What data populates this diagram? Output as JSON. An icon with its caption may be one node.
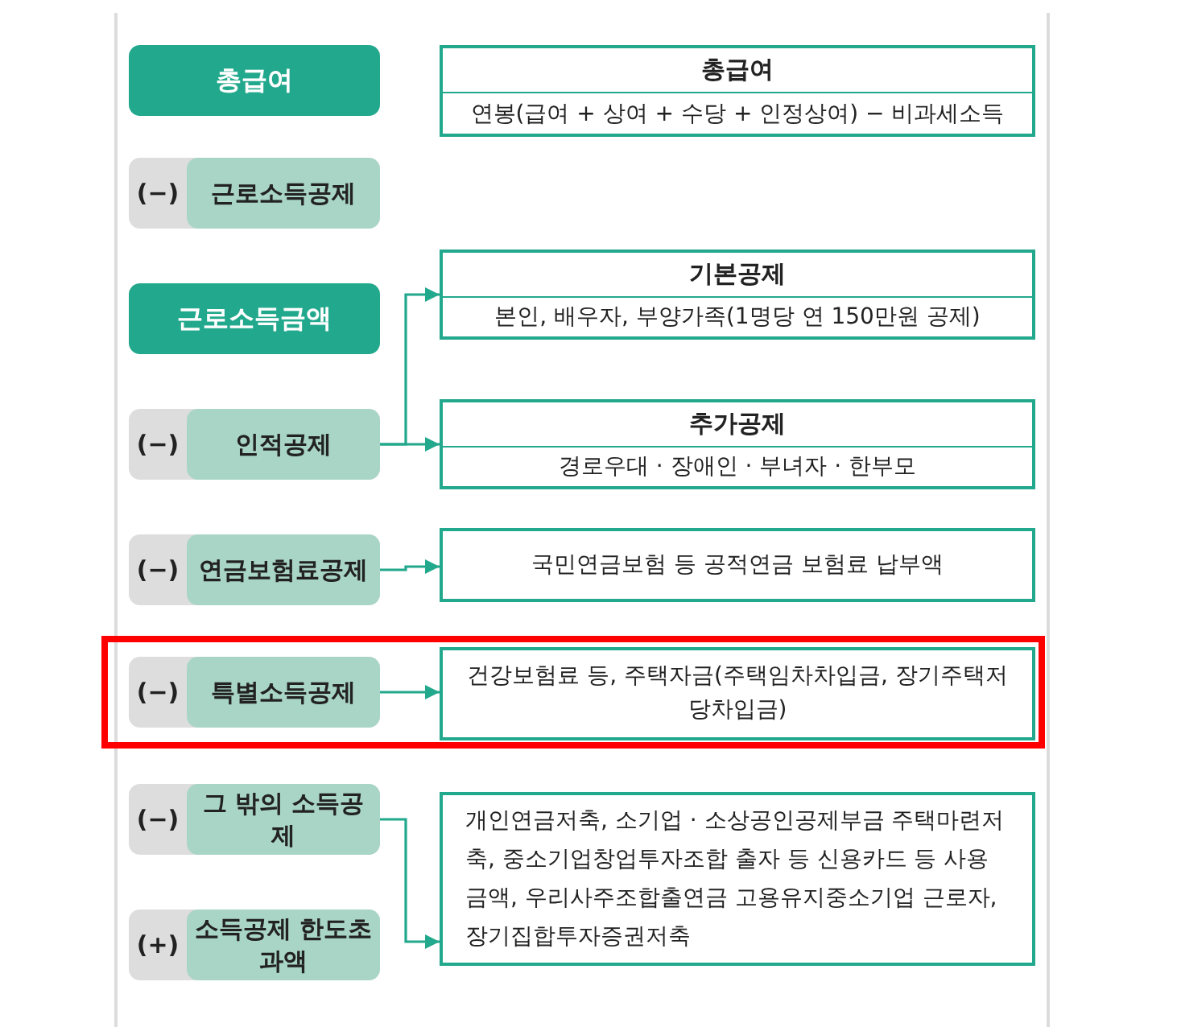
{
  "diagram": {
    "nodes": [
      {
        "text": [
          "총급여"
        ]
      },
      {
        "text": [
          "총급여",
          "연봉(급여 + 상여 + 수당 + 인정상여) − 비과세소득"
        ]
      },
      {
        "text": [
          "(−)",
          "근로소득공제"
        ]
      },
      {
        "text": [
          "근로소득금액"
        ]
      },
      {
        "text": [
          "기본공제",
          "본인, 배우자, 부양가족(1명당 연 150만원 공제)"
        ]
      },
      {
        "text": [
          "(−)",
          "인적공제"
        ]
      },
      {
        "text": [
          "추가공제",
          "경로우대 · 장애인 · 부녀자 · 한부모"
        ]
      },
      {
        "text": [
          "(−)",
          "연금보험료공제"
        ]
      },
      {
        "text": [
          "국민연금보험 등 공적연금 보험료 납부액"
        ]
      },
      {
        "text": [
          "(−)",
          "특별소득공제"
        ]
      },
      {
        "text": [
          "건강보험료 등, 주택자금(주택임차차입금, 장기주택저당차입금)"
        ]
      },
      {
        "text": [
          "(−)",
          "그 밖의 소득공제"
        ]
      },
      {
        "text": [
          "개인연금저축, 소기업 · 소상공인공제부금 주택마련저축, 중소기업창업투자조합 출자 등 신용카드 등 사용금액, 우리사주조합출연금 고용유지중소기업 근로자, 장기집합투자증권저축"
        ]
      },
      {
        "text": [
          "(+)",
          "소득공제 한도초과액"
        ]
      }
    ],
    "edges": [
      {
        "from": 5,
        "to": 4,
        "arrow": "to"
      },
      {
        "from": 5,
        "to": 6,
        "arrow": "to"
      },
      {
        "from": 7,
        "to": 8,
        "arrow": "to"
      },
      {
        "from": 9,
        "to": 10,
        "arrow": "to"
      },
      {
        "from": 11,
        "to": 12,
        "arrow": "to"
      }
    ]
  }
}
